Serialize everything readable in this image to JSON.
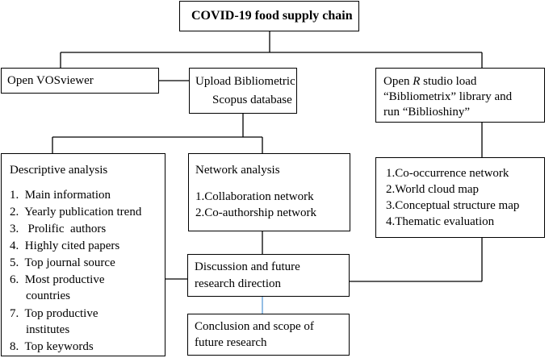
{
  "title": "COVID-19 food supply chain",
  "vos": "Open VOSviewer",
  "upload": [
    "Upload Bibliometric",
    "Scopus database"
  ],
  "rstudio": {
    "line1_pre": "Open ",
    "line1_italic": "R",
    "line1_post": " studio load",
    "line2": "“Bibliometrix” library and",
    "line3": "run “Biblioshiny”"
  },
  "descriptive": {
    "heading": "Descriptive analysis",
    "items": [
      [
        "1.",
        "Main information"
      ],
      [
        "2.",
        "Yearly publication trend"
      ],
      [
        "3.",
        " Prolific  authors"
      ],
      [
        "4.",
        "Highly cited papers"
      ],
      [
        "5.",
        "Top journal source"
      ],
      [
        "6.",
        "Most productive",
        "countries"
      ],
      [
        "7.",
        "Top productive",
        "institutes"
      ],
      [
        "8.",
        "Top keywords"
      ]
    ]
  },
  "network": {
    "heading": "Network analysis",
    "items": [
      [
        "1.",
        "Collaboration network"
      ],
      [
        "2.",
        "Co-authorship network"
      ]
    ]
  },
  "biblioshiny": {
    "items": [
      [
        "1.",
        "Co-occurrence network"
      ],
      [
        "2.",
        "World cloud map"
      ],
      [
        "3.",
        "Conceptual structure map"
      ],
      [
        "4.",
        "Thematic evaluation"
      ]
    ]
  },
  "discussion": [
    "Discussion and future",
    "research direction"
  ],
  "conclusion": [
    "Conclusion and scope of",
    "future research"
  ],
  "colors": {
    "line": "#000000",
    "accent_line": "#5b9bd5"
  }
}
